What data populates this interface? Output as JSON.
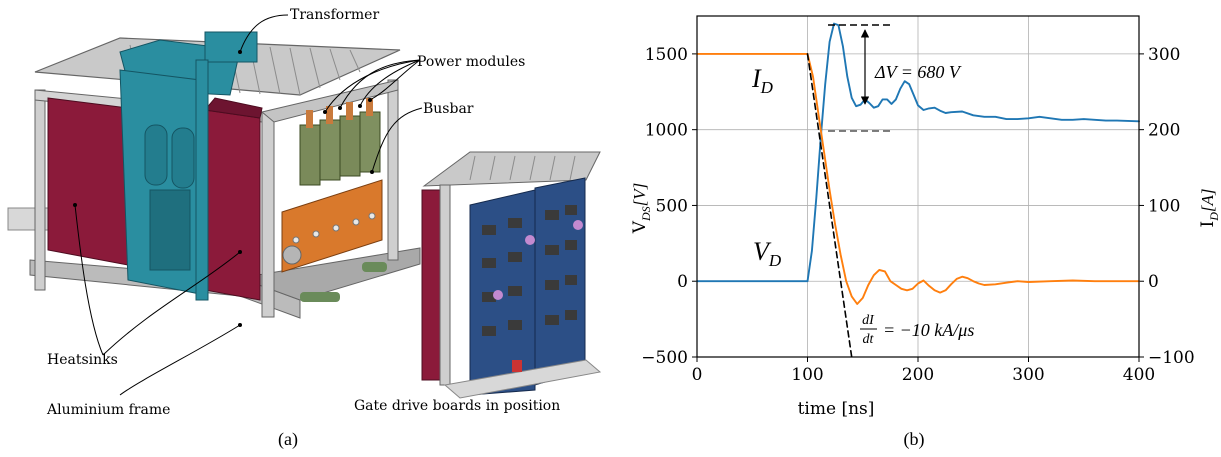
{
  "panel_a": {
    "caption": "(a)",
    "labels": {
      "transformer": "Transformer",
      "power_modules": "Power modules",
      "busbar": "Busbar",
      "heatsinks": "Heatsinks",
      "aluminium_frame": "Aluminium frame",
      "gate_drive": "Gate drive boards in position"
    }
  },
  "panel_b": {
    "caption": "(b)",
    "annotations": {
      "id_label": "I",
      "id_sub": "D",
      "vd_label": "V",
      "vd_sub": "D",
      "delta_v": "ΔV = 680 V",
      "didt_num": "dI",
      "didt_den": "dt",
      "didt_rest": "= −10 kA/μs"
    }
  },
  "colors": {
    "vds": "#1f77b4",
    "id": "#ff7f0e",
    "grid": "#b0b0b0",
    "frame": "#c8c8c8",
    "heatsink": "#8b1a3a",
    "transformer": "#2a8ea0",
    "busbar": "#d9792c",
    "pcb": "#2c4f86",
    "module": "#7a8a5a"
  },
  "chart_data": {
    "type": "line",
    "xlabel": "time [ns]",
    "ylabel": "V_DS[V]",
    "ylabel_main": "V",
    "ylabel_sub": "DS",
    "ylabel_unit": "[V]",
    "y2label": "I_D[A]",
    "y2label_main": "I",
    "y2label_sub": "D",
    "y2label_unit": "[A]",
    "xlim": [
      0,
      400
    ],
    "ylim": [
      -500,
      1750
    ],
    "y2lim": [
      -100,
      350
    ],
    "xticks": [
      "0",
      "100",
      "200",
      "300",
      "400"
    ],
    "yticks": [
      "−500",
      "0",
      "500",
      "1000",
      "1500"
    ],
    "y2ticks": [
      "−100",
      "0",
      "100",
      "200",
      "300"
    ],
    "xtick_values": [
      0,
      100,
      200,
      300,
      400
    ],
    "ytick_values": [
      -500,
      0,
      500,
      1000,
      1500
    ],
    "y2tick_values": [
      -100,
      0,
      100,
      200,
      300
    ],
    "grid": true,
    "series": [
      {
        "axis": "left",
        "x": [
          0,
          100,
          104,
          108,
          112,
          116,
          120,
          124,
          128,
          132,
          136,
          140,
          144,
          148,
          152,
          156,
          160,
          164,
          168,
          172,
          176,
          180,
          184,
          188,
          192,
          196,
          200,
          205,
          210,
          215,
          220,
          225,
          230,
          240,
          250,
          260,
          270,
          280,
          290,
          300,
          310,
          320,
          330,
          340,
          350,
          360,
          370,
          380,
          390,
          400
        ],
        "y": [
          0,
          0,
          200,
          550,
          950,
          1300,
          1580,
          1700,
          1690,
          1550,
          1350,
          1210,
          1155,
          1165,
          1200,
          1175,
          1145,
          1155,
          1200,
          1200,
          1170,
          1200,
          1270,
          1320,
          1300,
          1230,
          1160,
          1130,
          1140,
          1145,
          1125,
          1110,
          1115,
          1120,
          1095,
          1085,
          1085,
          1070,
          1070,
          1075,
          1085,
          1075,
          1065,
          1065,
          1070,
          1065,
          1060,
          1060,
          1058,
          1055
        ]
      },
      {
        "axis": "right",
        "x": [
          0,
          100,
          105,
          110,
          115,
          120,
          125,
          130,
          135,
          140,
          145,
          150,
          155,
          160,
          165,
          170,
          175,
          180,
          185,
          190,
          195,
          200,
          205,
          210,
          215,
          220,
          225,
          230,
          235,
          240,
          245,
          250,
          255,
          260,
          270,
          280,
          290,
          300,
          320,
          340,
          360,
          380,
          400
        ],
        "y": [
          300,
          300,
          270,
          220,
          170,
          120,
          75,
          35,
          0,
          -20,
          -30,
          -22,
          -5,
          8,
          15,
          13,
          0,
          -5,
          -10,
          -12,
          -10,
          -3,
          1,
          -6,
          -12,
          -15,
          -12,
          -4,
          3,
          6,
          4,
          0,
          -3,
          -5,
          -4,
          -2,
          0,
          -1,
          0,
          1,
          0,
          0,
          0
        ]
      },
      {
        "axis": "right",
        "style": "dashed",
        "x": [
          100,
          140
        ],
        "y": [
          300,
          -100
        ]
      }
    ]
  }
}
